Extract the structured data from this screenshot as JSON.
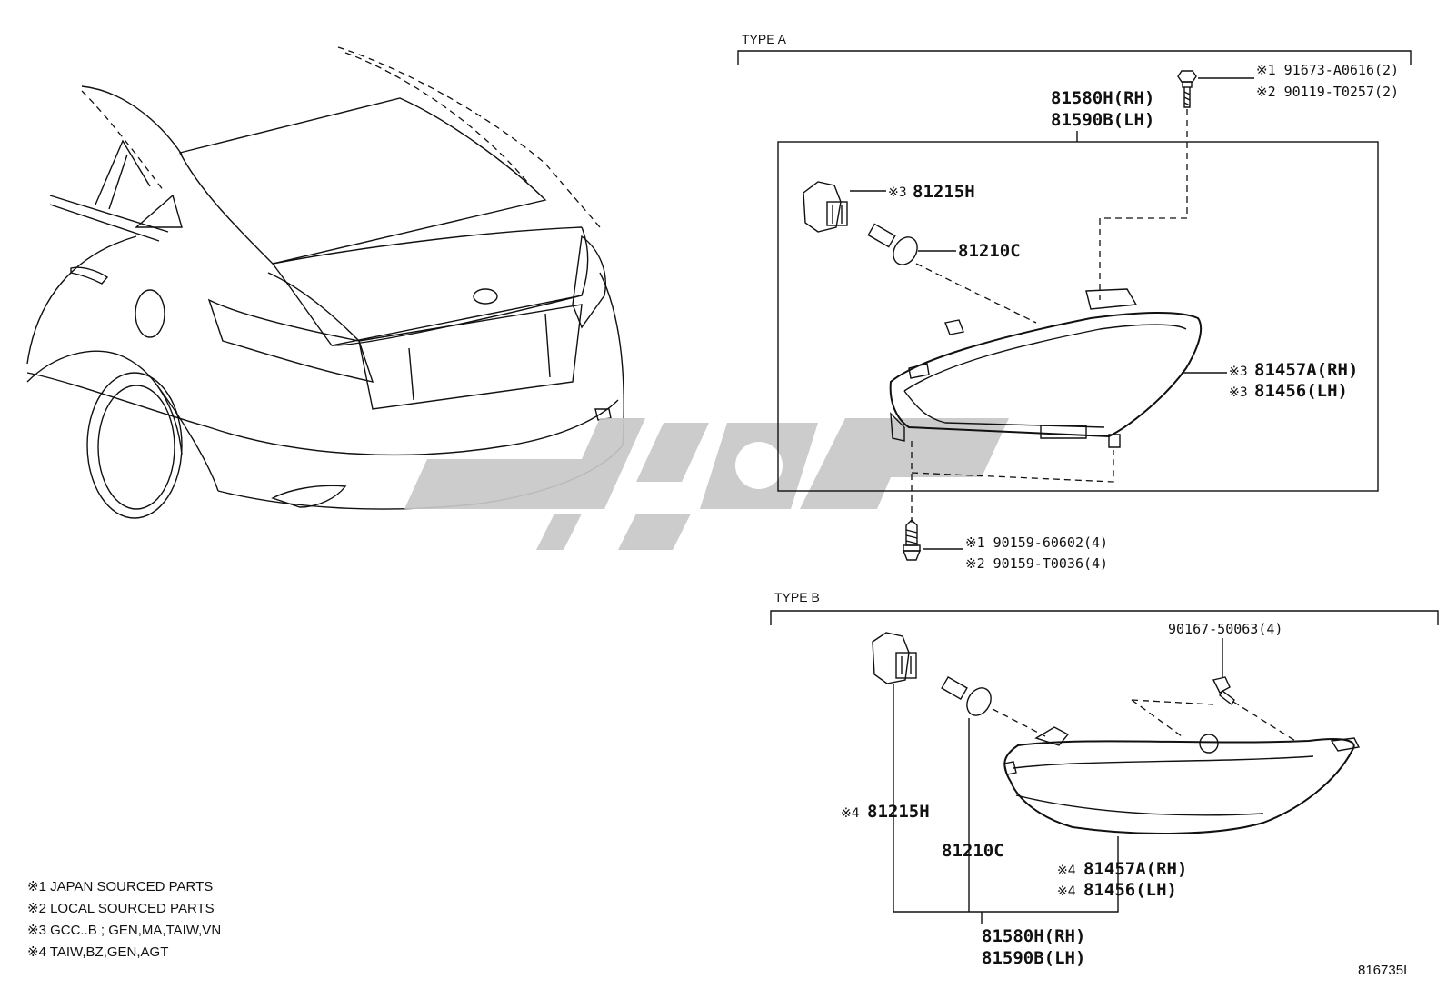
{
  "type_a": {
    "title": "TYPE A",
    "bolt_top_1": "※1 91673-A0616(2)",
    "bolt_top_2": "※2 90119-T0257(2)",
    "assy_rh": "81580H(RH)",
    "assy_lh": "81590B(LH)",
    "socket": "81215H",
    "socket_mark": "※3",
    "bulb": "81210C",
    "lens_rh": "81457A(RH)",
    "lens_lh": "81456(LH)",
    "lens_mark": "※3",
    "screw_1": "※1 90159-60602(4)",
    "screw_2": "※2 90159-T0036(4)"
  },
  "type_b": {
    "title": "TYPE B",
    "screw": "90167-50063(4)",
    "socket": "81215H",
    "socket_mark": "※4",
    "bulb": "81210C",
    "lens_rh": "81457A(RH)",
    "lens_lh": "81456(LH)",
    "lens_mark": "※4",
    "assy_rh": "81580H(RH)",
    "assy_lh": "81590B(LH)"
  },
  "notes": [
    "※1 JAPAN SOURCED PARTS",
    "※2 LOCAL SOURCED PARTS",
    "※3 GCC..B ; GEN,MA,TAIW,VN",
    "※4 TAIW,BZ,GEN,AGT"
  ],
  "diagram_code": "816735I",
  "colors": {
    "line": "#111111",
    "watermark": "#c8c8c8",
    "background": "#ffffff"
  }
}
